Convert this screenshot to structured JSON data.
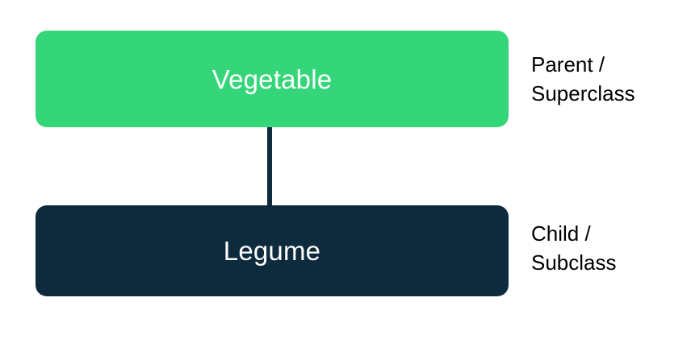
{
  "diagram": {
    "type": "inheritance-relationship",
    "background_color": "#ffffff",
    "connector": {
      "name": "inheritance-connector",
      "color": "#0e2b3d"
    },
    "nodes": [
      {
        "id": "parent",
        "label": "Vegetable",
        "fill_color": "#35d67a",
        "text_color": "#ffffff",
        "annotation_lines": [
          "Parent /",
          "Superclass"
        ]
      },
      {
        "id": "child",
        "label": "Legume",
        "fill_color": "#0e2b3d",
        "text_color": "#ffffff",
        "annotation_lines": [
          "Child /",
          "Subclass"
        ]
      }
    ]
  }
}
